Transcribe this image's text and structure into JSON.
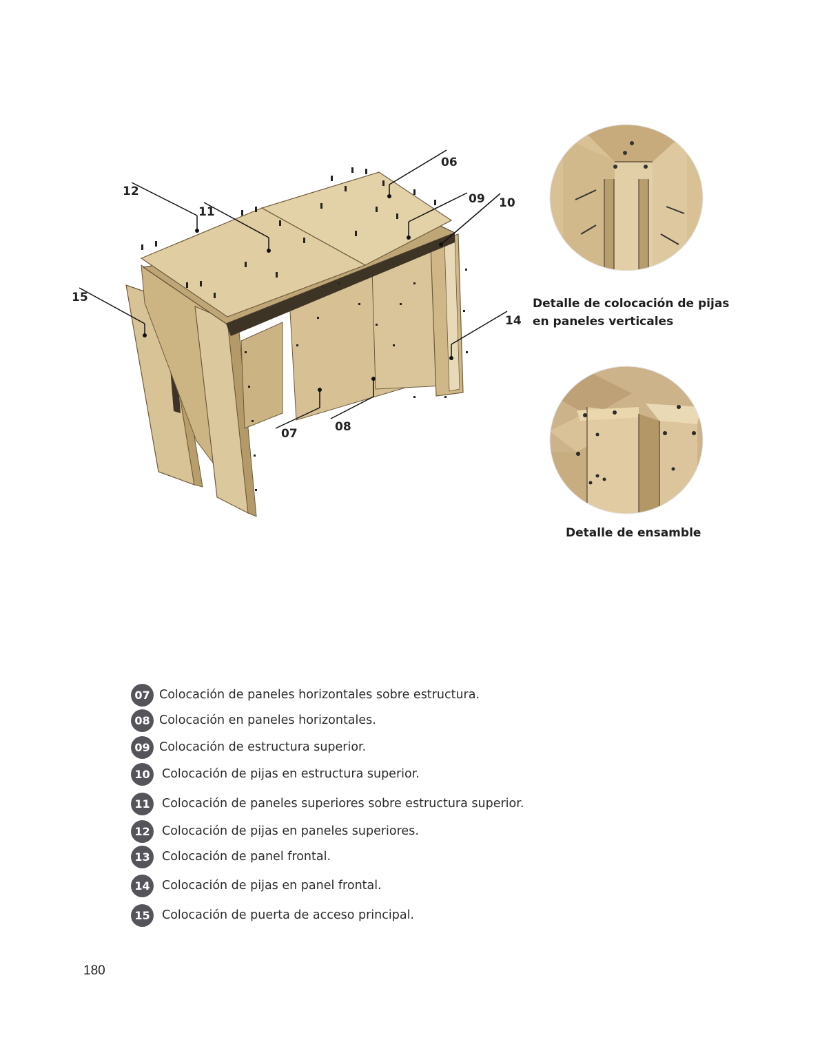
{
  "figure": {
    "callouts": [
      "06",
      "09",
      "10",
      "11",
      "12",
      "14",
      "15",
      "07",
      "08"
    ]
  },
  "details": {
    "vertical_panels_caption_line1": "Detalle de colocación de pijas",
    "vertical_panels_caption_line2": "en paneles verticales",
    "assembly_caption": "Detalle de ensamble"
  },
  "legend": {
    "items": [
      {
        "num": "07",
        "text": "Colocación de paneles horizontales sobre estructura."
      },
      {
        "num": "08",
        "text": "Colocación en paneles horizontales."
      },
      {
        "num": "09",
        "text": "Colocación de estructura superior."
      },
      {
        "num": "10",
        "text": "Colocación de pijas en estructura superior."
      },
      {
        "num": "11",
        "text": "Colocación de paneles superiores sobre estructura superior."
      },
      {
        "num": "12",
        "text": "Colocación de pijas en paneles superiores."
      },
      {
        "num": "13",
        "text": "Colocación de panel frontal."
      },
      {
        "num": "14",
        "text": "Colocación de pijas en panel frontal."
      },
      {
        "num": "15",
        "text": "Colocación de puerta de acceso principal."
      }
    ]
  },
  "page_number": "180",
  "colors": {
    "wood_light": "#e2cfa6",
    "wood_mid": "#cdb483",
    "wood_dark": "#a88f62",
    "badge": "#55545a"
  }
}
